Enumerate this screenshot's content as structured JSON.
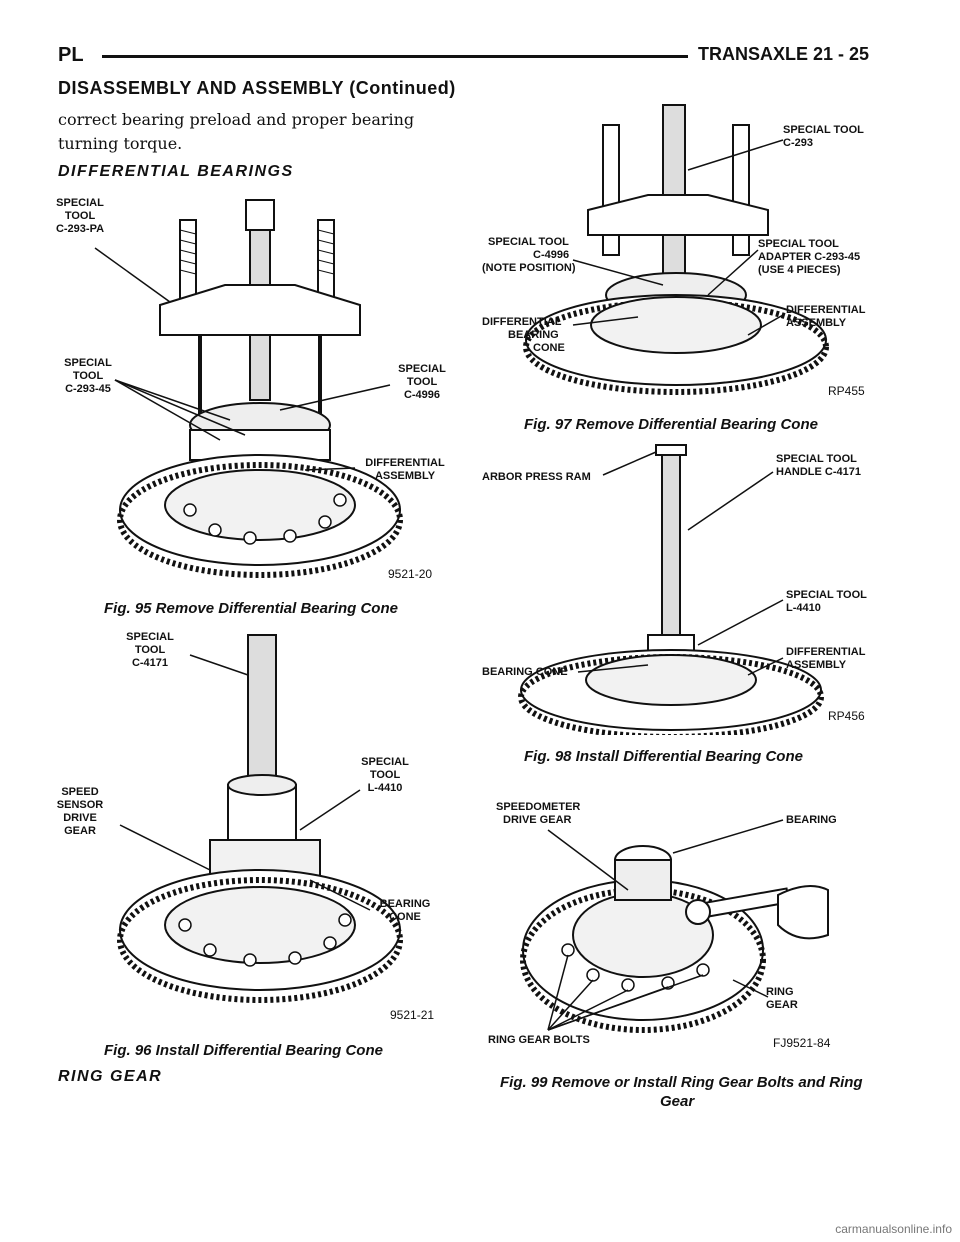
{
  "header": {
    "left": "PL",
    "right": "TRANSAXLE    21 - 25"
  },
  "section_title": "DISASSEMBLY AND ASSEMBLY (Continued)",
  "intro_text": "correct bearing preload and proper bearing turning torque.",
  "subheads": {
    "differential_bearings": "DIFFERENTIAL BEARINGS",
    "ring_gear": "RING GEAR"
  },
  "figures": {
    "fig95": {
      "caption": "Fig. 95 Remove Differential Bearing Cone",
      "code": "9521-20",
      "labels": {
        "tool_pa": [
          "SPECIAL",
          "TOOL",
          "C-293-PA"
        ],
        "tool_45": [
          "SPECIAL",
          "TOOL",
          "C-293-45"
        ],
        "tool_4996": [
          "SPECIAL",
          "TOOL",
          "C-4996"
        ],
        "diff_assembly": [
          "DIFFERENTIAL",
          "ASSEMBLY"
        ]
      }
    },
    "fig96": {
      "caption": "Fig. 96 Install Differential Bearing Cone",
      "code": "9521-21",
      "labels": {
        "tool_4171": [
          "SPECIAL",
          "TOOL",
          "C-4171"
        ],
        "tool_4410": [
          "SPECIAL",
          "TOOL",
          "L-4410"
        ],
        "speed_sensor": [
          "SPEED",
          "SENSOR",
          "DRIVE",
          "GEAR"
        ],
        "bearing_cone": [
          "BEARING",
          "CONE"
        ]
      }
    },
    "fig97": {
      "caption": "Fig. 97 Remove Differential Bearing Cone",
      "code": "RP455",
      "labels": {
        "tool_293": [
          "SPECIAL TOOL",
          "C-293"
        ],
        "tool_4996": [
          "SPECIAL TOOL",
          "C-4996",
          "(NOTE POSITION)"
        ],
        "adapter": [
          "SPECIAL TOOL",
          "ADAPTER C-293-45",
          "(USE 4 PIECES)"
        ],
        "diff_assembly": [
          "DIFFERENTIAL",
          "ASSEMBLY"
        ],
        "bearing_cone": [
          "DIFFERENTIAL",
          "BEARING",
          "CONE"
        ]
      }
    },
    "fig98": {
      "caption": "Fig. 98 Install Differential Bearing Cone",
      "code": "RP456",
      "labels": {
        "arbor": "ARBOR PRESS RAM",
        "handle": [
          "SPECIAL TOOL",
          "HANDLE C-4171"
        ],
        "tool_4410": [
          "SPECIAL TOOL",
          "L-4410"
        ],
        "diff_assembly": [
          "DIFFERENTIAL",
          "ASSEMBLY"
        ],
        "bearing_cone": "BEARING CONE"
      }
    },
    "fig99": {
      "caption_line1": "Fig. 99 Remove or Install Ring Gear Bolts and Ring",
      "caption_line2": "Gear",
      "code": "FJ9521-84",
      "labels": {
        "speedo": [
          "SPEEDOMETER",
          "DRIVE GEAR"
        ],
        "bearing": "BEARING",
        "ring_gear": [
          "RING",
          "GEAR"
        ],
        "bolts": "RING GEAR BOLTS"
      }
    }
  },
  "watermark": "carmanualsonline.info"
}
